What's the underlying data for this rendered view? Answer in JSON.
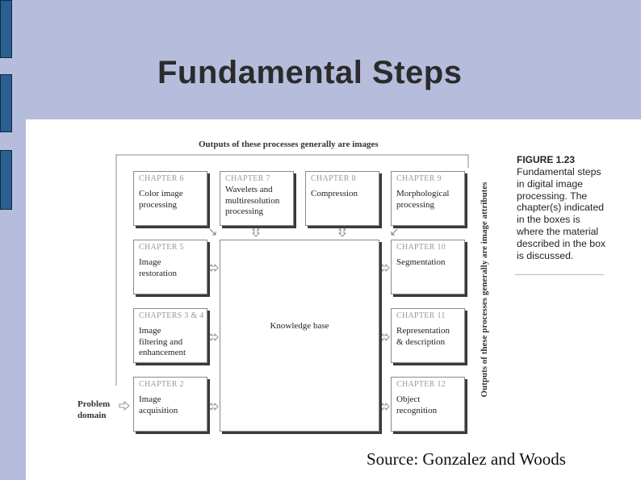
{
  "slide": {
    "title": "Fundamental Steps"
  },
  "figure": {
    "number": "FIGURE 1.23",
    "caption": "Fundamental steps in digital image processing. The chapter(s) indicated in the boxes is where the material described in the box is discussed.",
    "top_label": "Outputs of these processes generally are images",
    "side_label": "Outputs of these processes generally are image attributes",
    "input_label": "Problem\ndomain",
    "knowledge_base": "Knowledge base",
    "boxes": {
      "ch6": {
        "chapter": "CHAPTER 6",
        "text": "Color image\nprocessing"
      },
      "ch7": {
        "chapter": "CHAPTER 7",
        "text": "Wavelets and\nmultiresolution\nprocessing"
      },
      "ch8": {
        "chapter": "CHAPTER 8",
        "text": "Compression"
      },
      "ch9": {
        "chapter": "CHAPTER 9",
        "text": "Morphological\nprocessing"
      },
      "ch5": {
        "chapter": "CHAPTER 5",
        "text": "Image\nrestoration"
      },
      "ch10": {
        "chapter": "CHAPTER 10",
        "text": "Segmentation"
      },
      "ch34": {
        "chapter": "CHAPTERS 3 & 4",
        "text": "Image\nfiltering and\nenhancement"
      },
      "ch11": {
        "chapter": "CHAPTER 11",
        "text": "Representation\n& description"
      },
      "ch2": {
        "chapter": "CHAPTER 2",
        "text": "Image\nacquisition"
      },
      "ch12": {
        "chapter": "CHAPTER 12",
        "text": "Object\nrecognition"
      }
    }
  },
  "source": "Source: Gonzalez and Woods",
  "colors": {
    "background": "#b6bcdb",
    "side_bar": "#2a5f8f"
  }
}
